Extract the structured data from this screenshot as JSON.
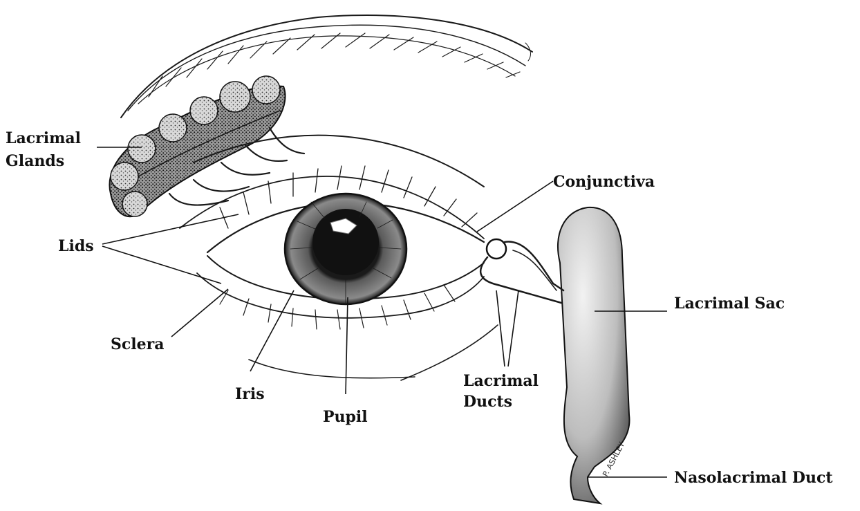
{
  "diagram": {
    "labels": {
      "lacrimal_glands_1": "Lacrimal",
      "lacrimal_glands_2": "Glands",
      "lids": "Lids",
      "sclera": "Sclera",
      "iris": "Iris",
      "pupil": "Pupil",
      "conjunctiva": "Conjunctiva",
      "lacrimal_ducts_1": "Lacrimal",
      "lacrimal_ducts_2": "Ducts",
      "lacrimal_sac": "Lacrimal Sac",
      "nasolacrimal_duct": "Nasolacrimal Duct"
    },
    "signature": "P. ASHLEY"
  }
}
